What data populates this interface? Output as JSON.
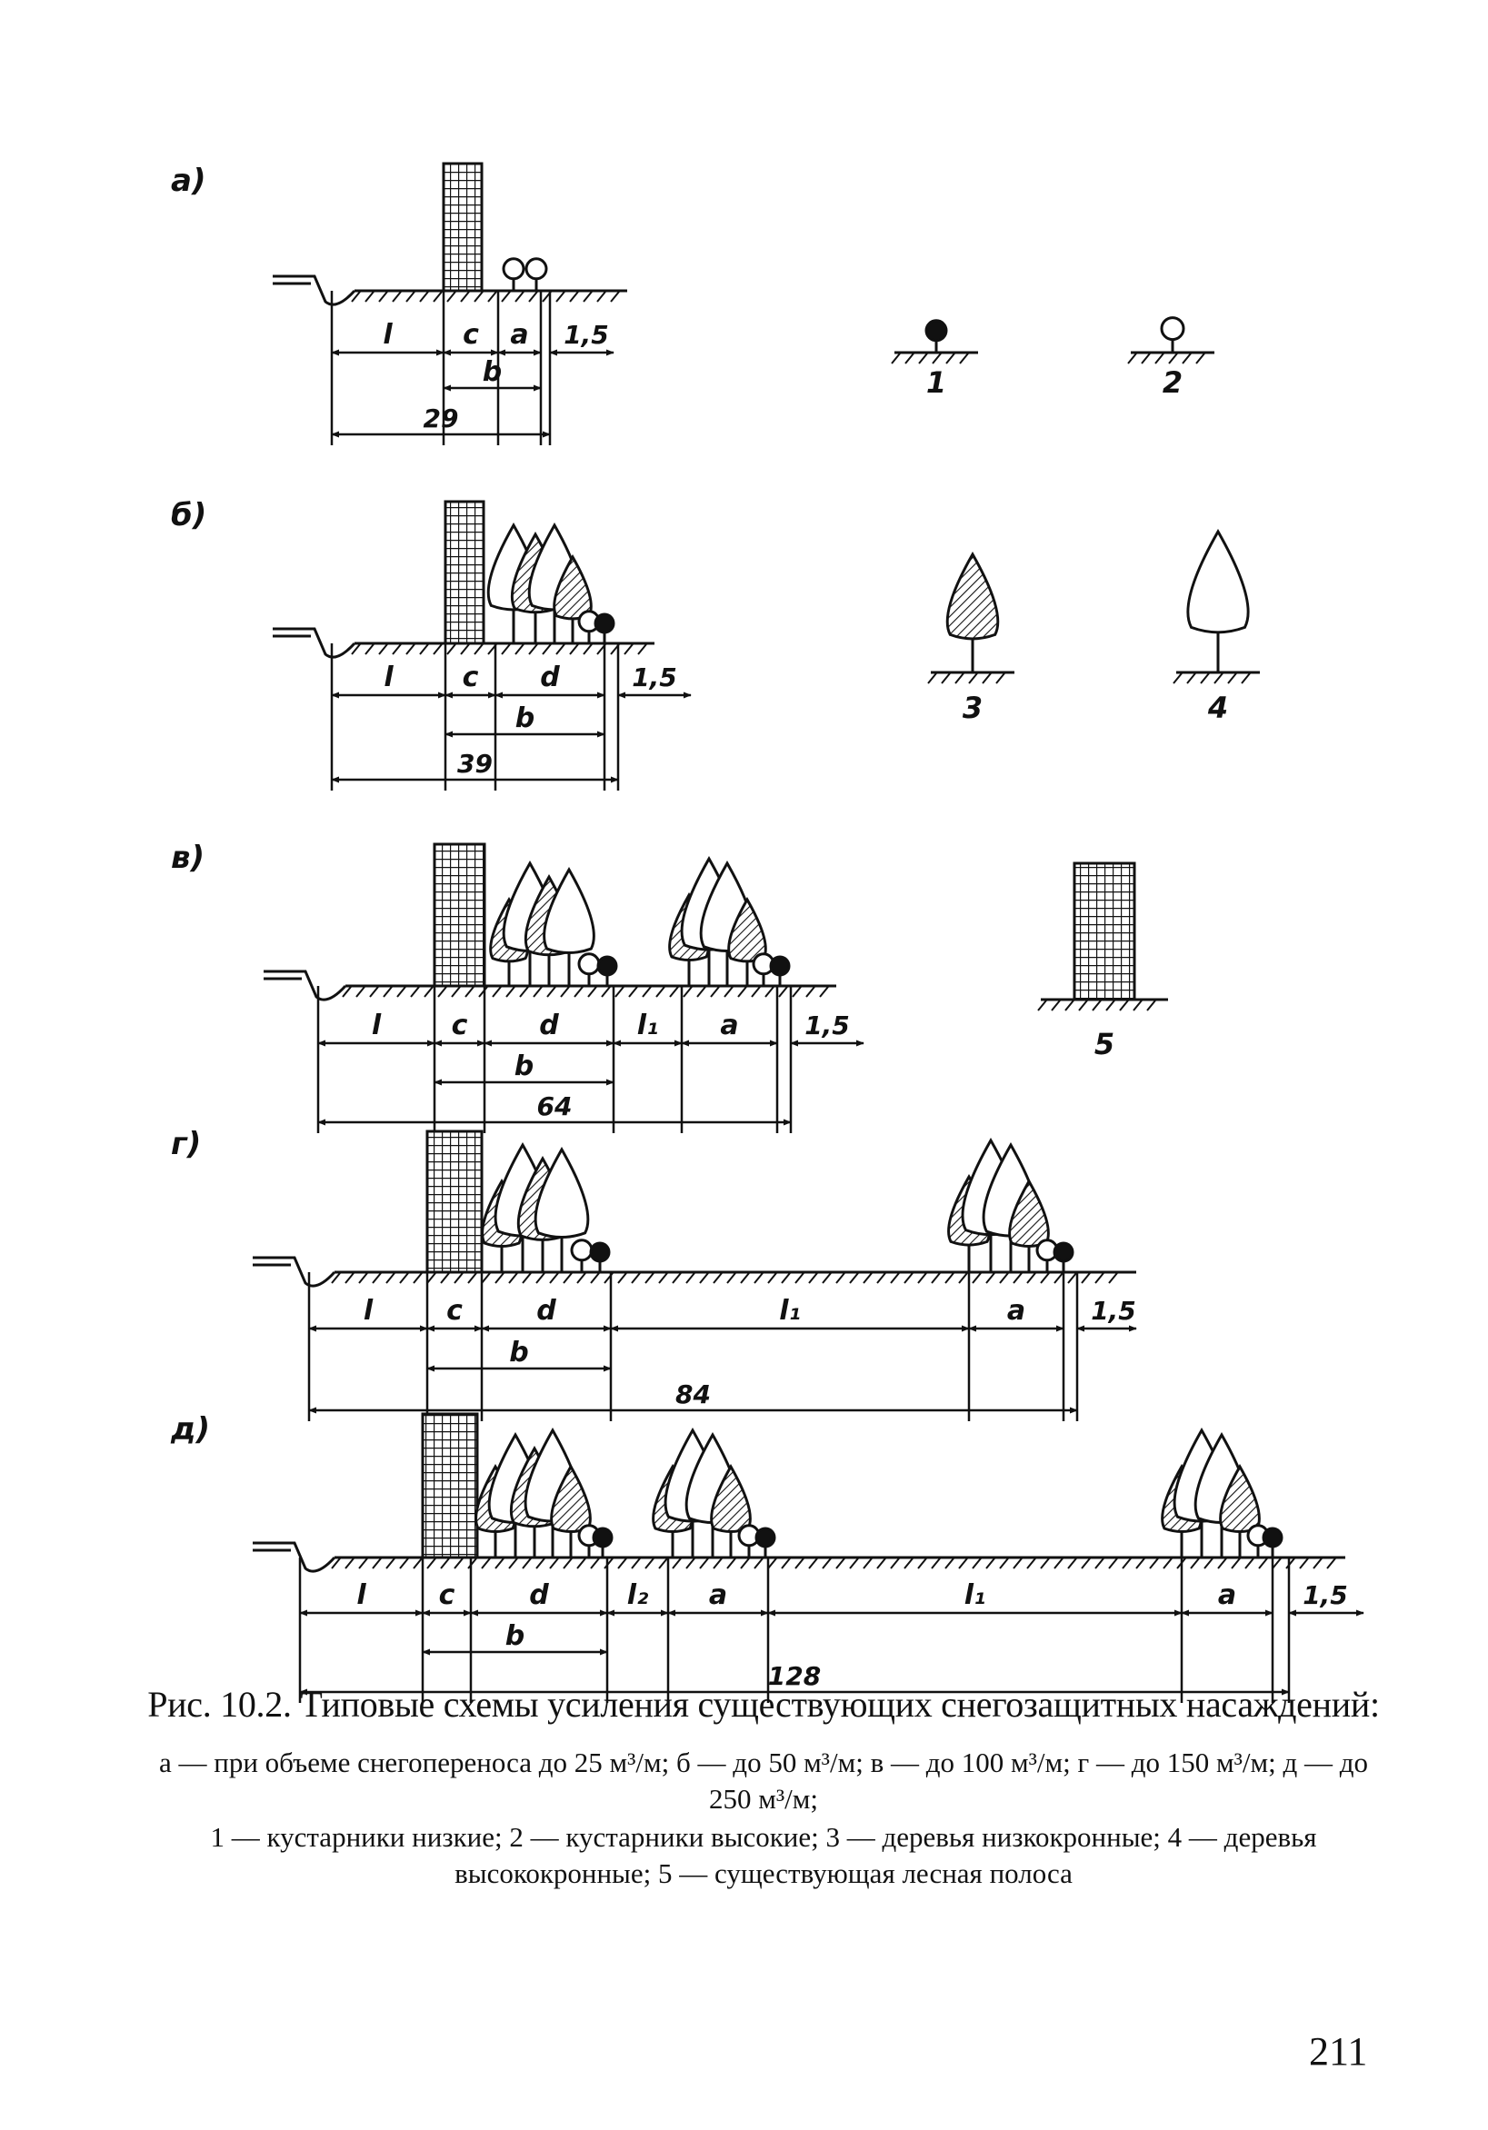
{
  "panels": [
    {
      "letter": "а)",
      "labels": [
        "l",
        "c",
        "a",
        "1,5",
        "b"
      ],
      "total": "29"
    },
    {
      "letter": "б)",
      "labels": [
        "l",
        "c",
        "d",
        "1,5",
        "b"
      ],
      "total": "39"
    },
    {
      "letter": "в)",
      "labels": [
        "l",
        "c",
        "d",
        "l₁",
        "a",
        "1,5",
        "b"
      ],
      "total": "64"
    },
    {
      "letter": "г)",
      "labels": [
        "l",
        "c",
        "d",
        "l₁",
        "a",
        "1,5",
        "b"
      ],
      "total": "84"
    },
    {
      "letter": "д)",
      "labels": [
        "l",
        "c",
        "d",
        "l₂",
        "a",
        "l₁",
        "a",
        "1,5",
        "b"
      ],
      "total": "128"
    }
  ],
  "legend": [
    {
      "number": "1",
      "meaning": "кустарники низкие",
      "icon": "low-shrub-icon"
    },
    {
      "number": "2",
      "meaning": "кустарники высокие",
      "icon": "tall-shrub-icon"
    },
    {
      "number": "3",
      "meaning": "деревья низкокронные",
      "icon": "low-crown-tree-icon"
    },
    {
      "number": "4",
      "meaning": "деревья высококронные",
      "icon": "high-crown-tree-icon"
    },
    {
      "number": "5",
      "meaning": "существующая лесная полоса",
      "icon": "forest-strip-icon"
    }
  ],
  "caption": {
    "title": "Рис. 10.2. Типовые схемы усиления существующих снегозащитных насаждений:",
    "line_a": "а — при объеме снегопереноса до 25 м³/м; б — до 50 м³/м; в — до 100 м³/м; г — до 150 м³/м; д — до 250 м³/м;",
    "line_b": "1 — кустарники низкие; 2 — кустарники высокие; 3 — деревья низкокронные; 4 — деревья высококронные; 5 — существующая лесная полоса"
  },
  "page_number": "211"
}
